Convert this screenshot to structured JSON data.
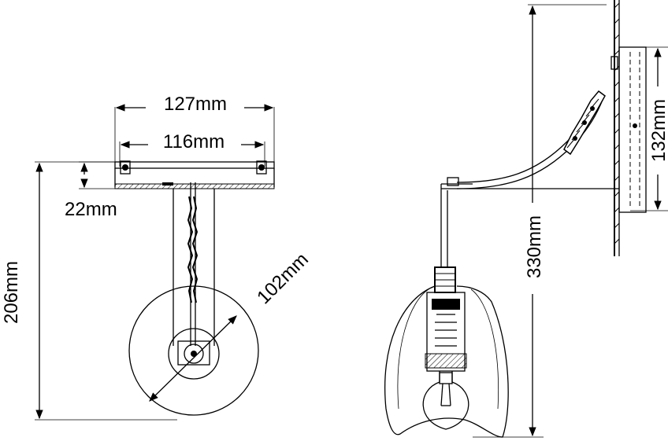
{
  "dimensions": {
    "width_127": "127mm",
    "width_116": "116mm",
    "height_22": "22mm",
    "height_206": "206mm",
    "diameter_102": "102mm",
    "projection_330": "330mm",
    "height_132": "132mm"
  }
}
